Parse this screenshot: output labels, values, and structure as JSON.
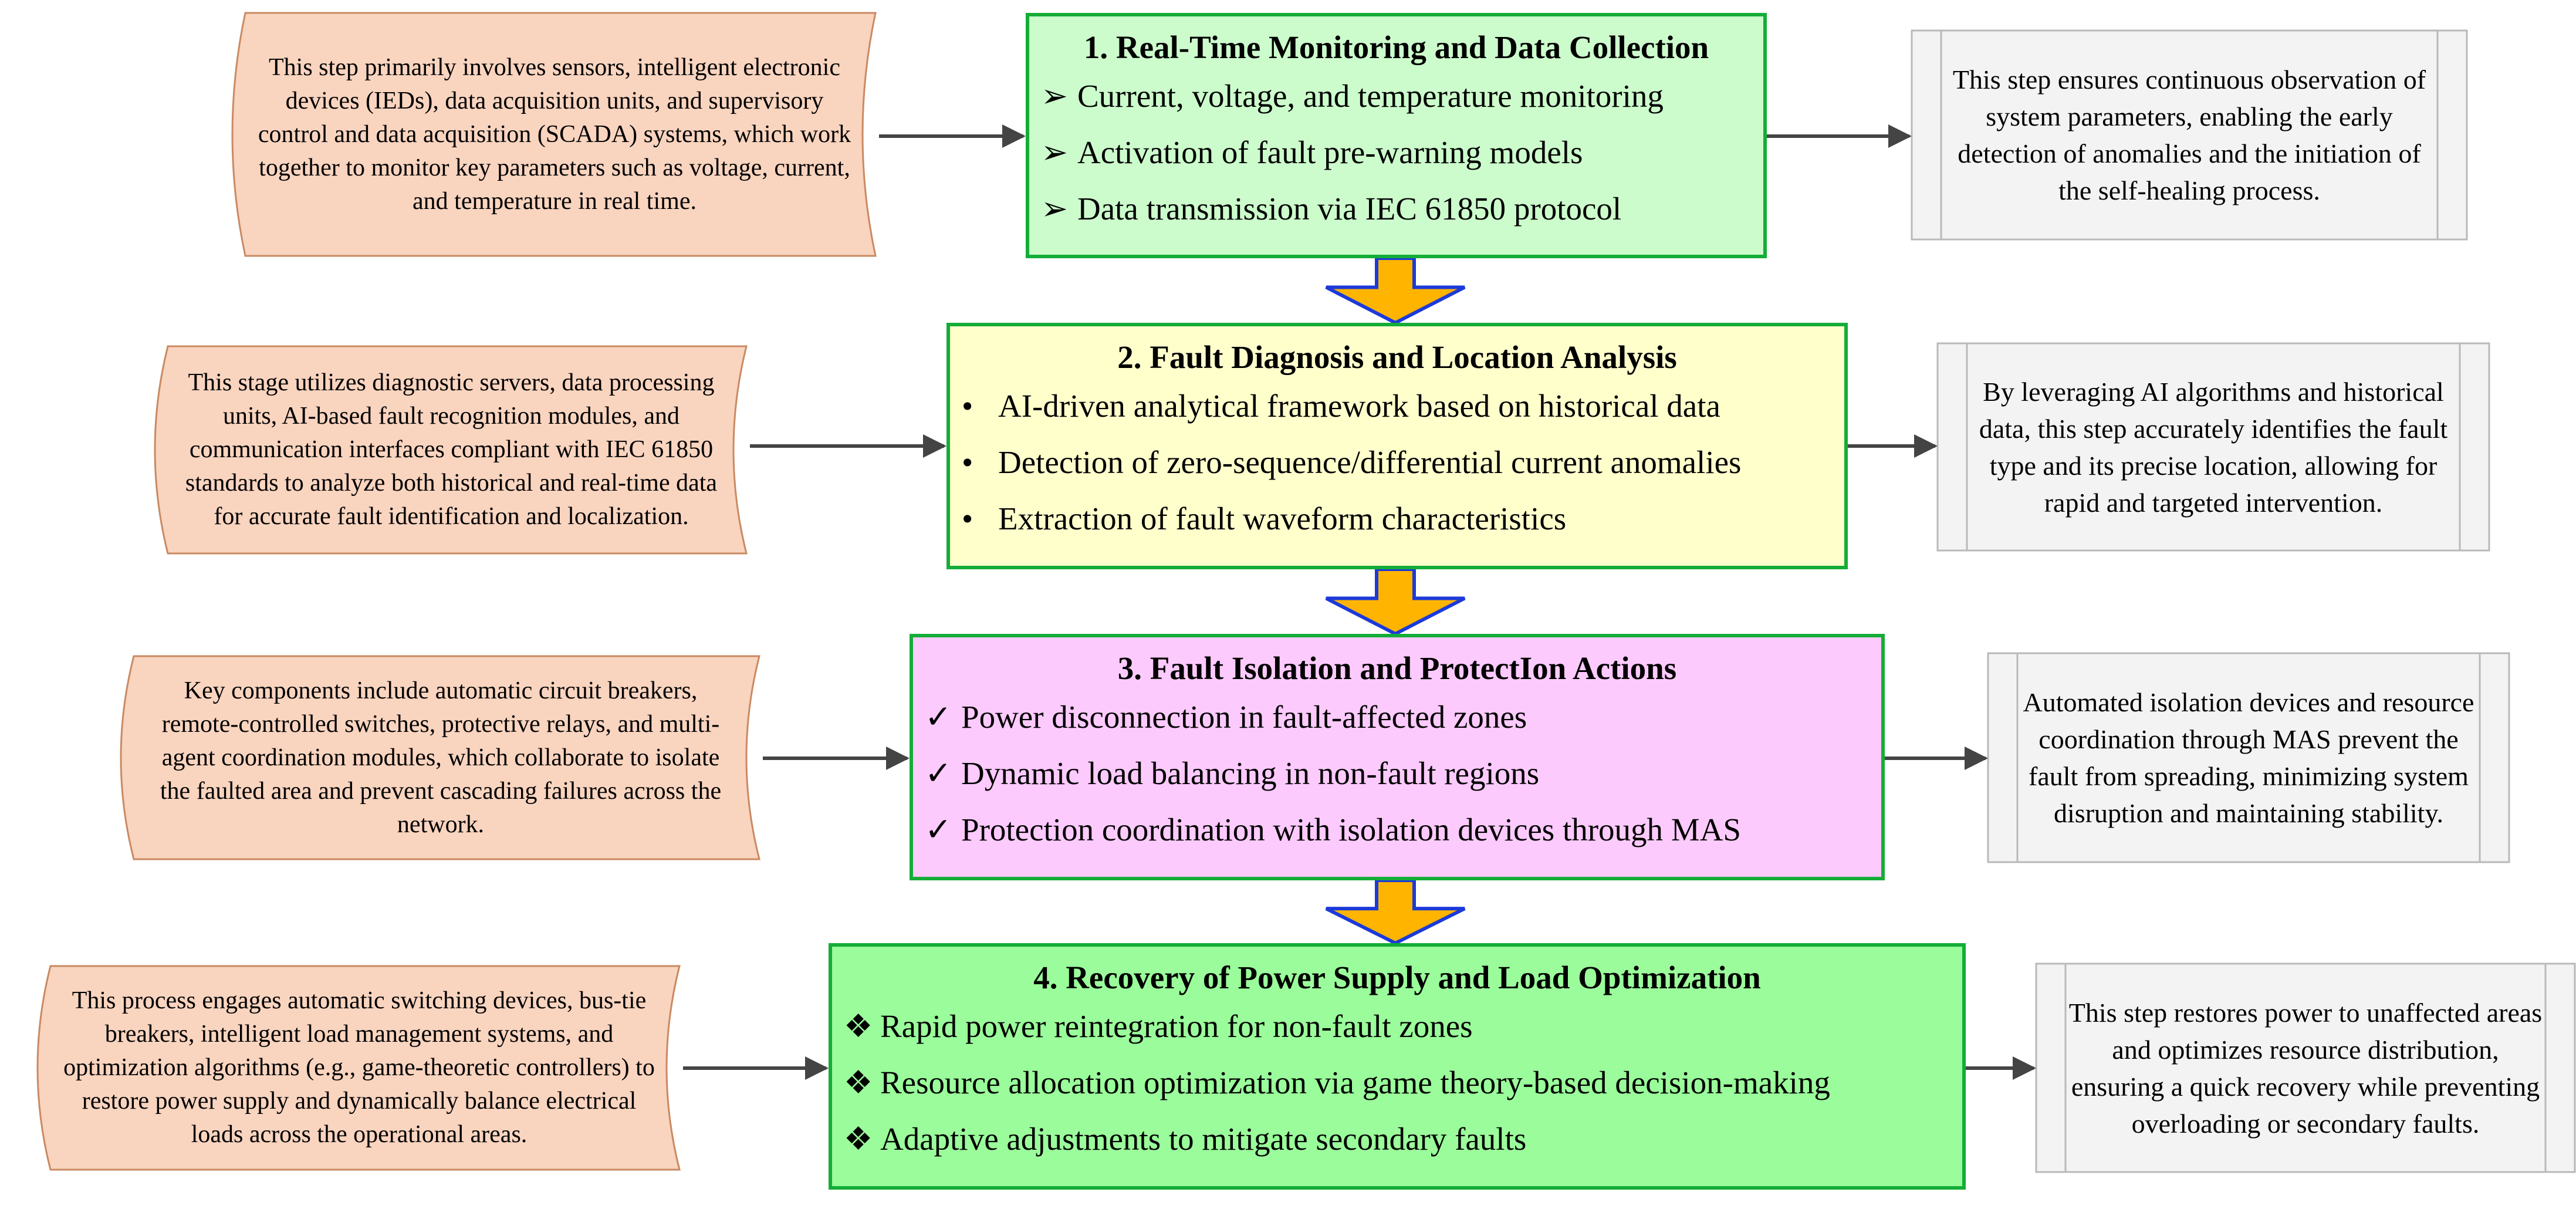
{
  "steps": [
    {
      "title": "1. Real-Time Monitoring and Data Collection",
      "marker": "➢",
      "items": [
        "Current, voltage, and temperature monitoring",
        "Activation of fault pre-warning models",
        "Data transmission via IEC 61850 protocol"
      ],
      "fill": "#ccfccc",
      "left_text": "This step primarily involves sensors, intelligent electronic devices (IEDs), data acquisition units, and supervisory control and data acquisition (SCADA) systems, which work together to monitor key parameters such as voltage, current, and temperature in real time.",
      "right_text": "This step ensures continuous observation of system parameters, enabling the early detection of anomalies and the initiation of the self-healing process."
    },
    {
      "title": "2. Fault Diagnosis and Location Analysis",
      "marker": "•",
      "items": [
        "AI-driven analytical framework based on historical data",
        "Detection of zero-sequence/differential current anomalies",
        "Extraction of fault waveform characteristics"
      ],
      "fill": "#ffffcc",
      "left_text": "This stage utilizes diagnostic servers, data processing units, AI-based fault recognition modules, and communication interfaces compliant with IEC 61850 standards to analyze both historical and real-time data for accurate fault identification and localization.",
      "right_text": "By leveraging AI algorithms and historical data, this step accurately identifies the fault type and its precise location, allowing for rapid and targeted intervention."
    },
    {
      "title": "3. Fault Isolation and ProtectIon Actions",
      "marker": "✓",
      "items": [
        "Power disconnection in fault-affected zones",
        "Dynamic load balancing in non-fault regions",
        "Protection coordination with isolation devices through MAS"
      ],
      "fill": "#fccafc",
      "left_text": "Key components include automatic circuit breakers, remote-controlled switches, protective relays, and multi-agent coordination modules, which collaborate to isolate the faulted area and prevent cascading failures across the network.",
      "right_text": "Automated isolation devices and resource coordination through MAS prevent the fault from spreading, minimizing system disruption and maintaining stability."
    },
    {
      "title": "4. Recovery of Power Supply and Load Optimization",
      "marker": "❖",
      "items": [
        "Rapid power reintegration for non-fault zones",
        "Resource allocation optimization via game theory-based decision-making",
        "Adaptive adjustments to mitigate secondary faults"
      ],
      "fill": "#9afc9a",
      "left_text": "This process engages automatic switching devices, bus-tie breakers, intelligent load management systems, and optimization algorithms (e.g., game-theoretic controllers) to restore power supply and dynamically balance electrical loads across the operational areas.",
      "right_text": "This step restores power to unaffected areas and optimizes resource distribution, ensuring a quick recovery while preventing overloading or secondary faults."
    }
  ],
  "colors": {
    "box_border": "#14ad37",
    "left_fill": "#f9d4bf",
    "left_border": "#c98a62",
    "right_fill": "#f3f3f3",
    "right_border": "#b9b9b9",
    "down_arrow_fill": "#ffb400",
    "down_arrow_border": "#1c3ad9",
    "connector": "#444444"
  }
}
